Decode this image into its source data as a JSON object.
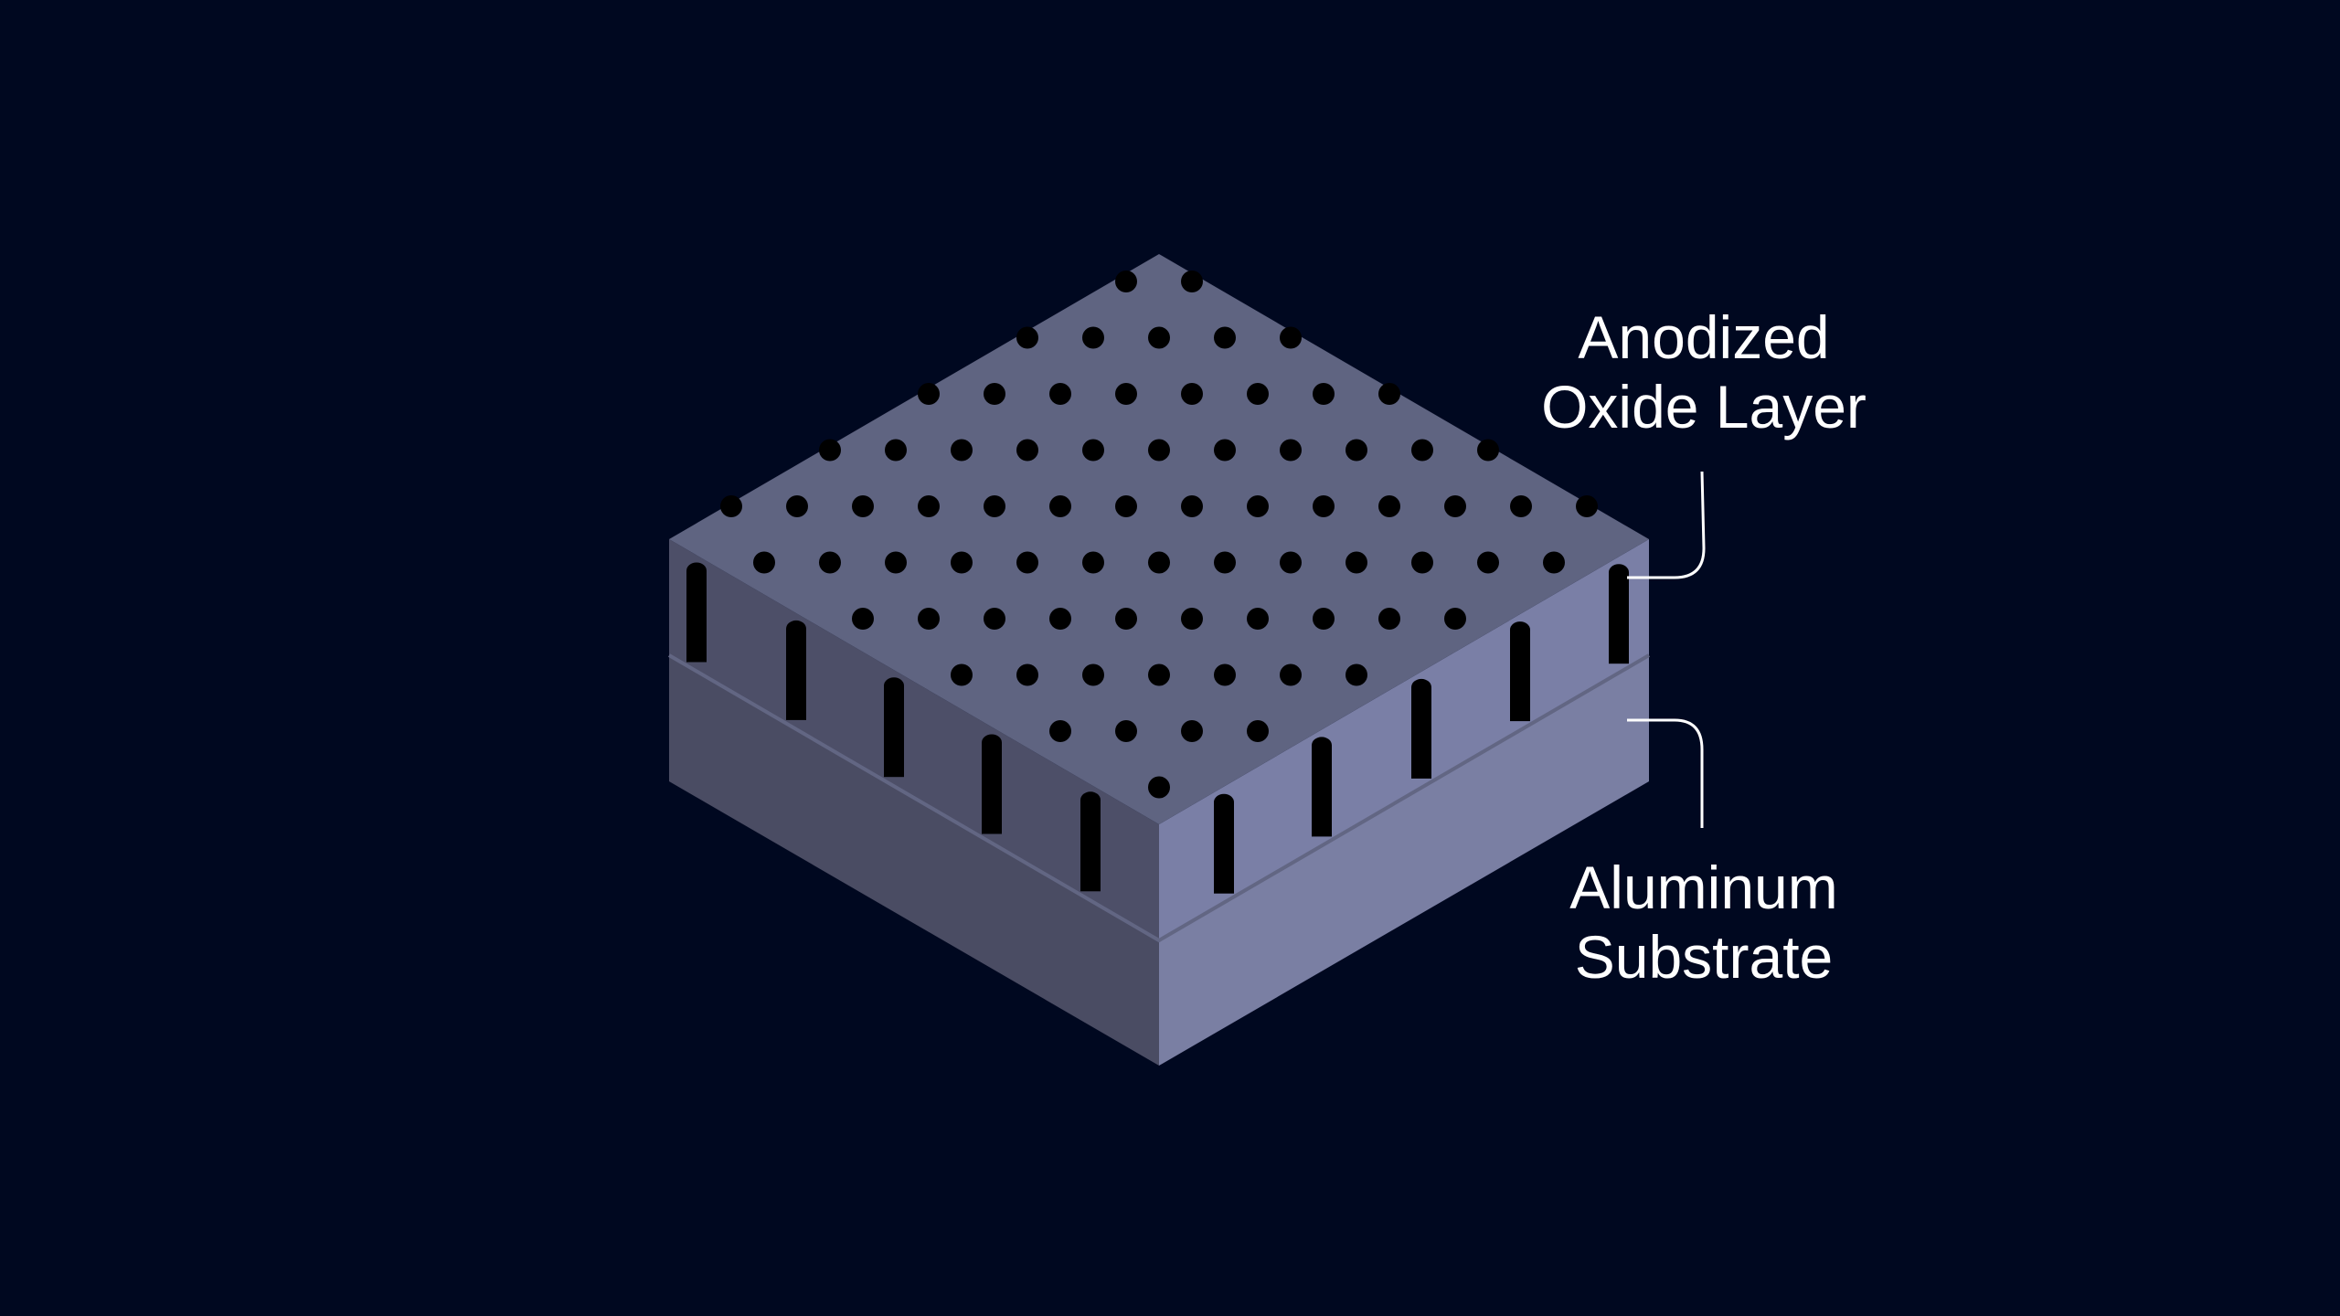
{
  "labels": {
    "oxide_layer": [
      "Anodized",
      "Oxide Layer"
    ],
    "aluminum_substrate": [
      "Aluminum",
      "Substrate"
    ]
  },
  "colors": {
    "background": "#000820",
    "top_face": "#5f6481",
    "oxide_left_face": "#4d4f68",
    "oxide_right_face": "#7a7fa6",
    "substrate_left_face": "#4a4c63",
    "substrate_right_face": "#7a7fa3",
    "pores": "#000000",
    "leader_lines": "#ffffff"
  },
  "pore_rows": [
    2,
    5,
    8,
    11,
    14,
    13,
    10,
    7,
    4,
    1
  ]
}
